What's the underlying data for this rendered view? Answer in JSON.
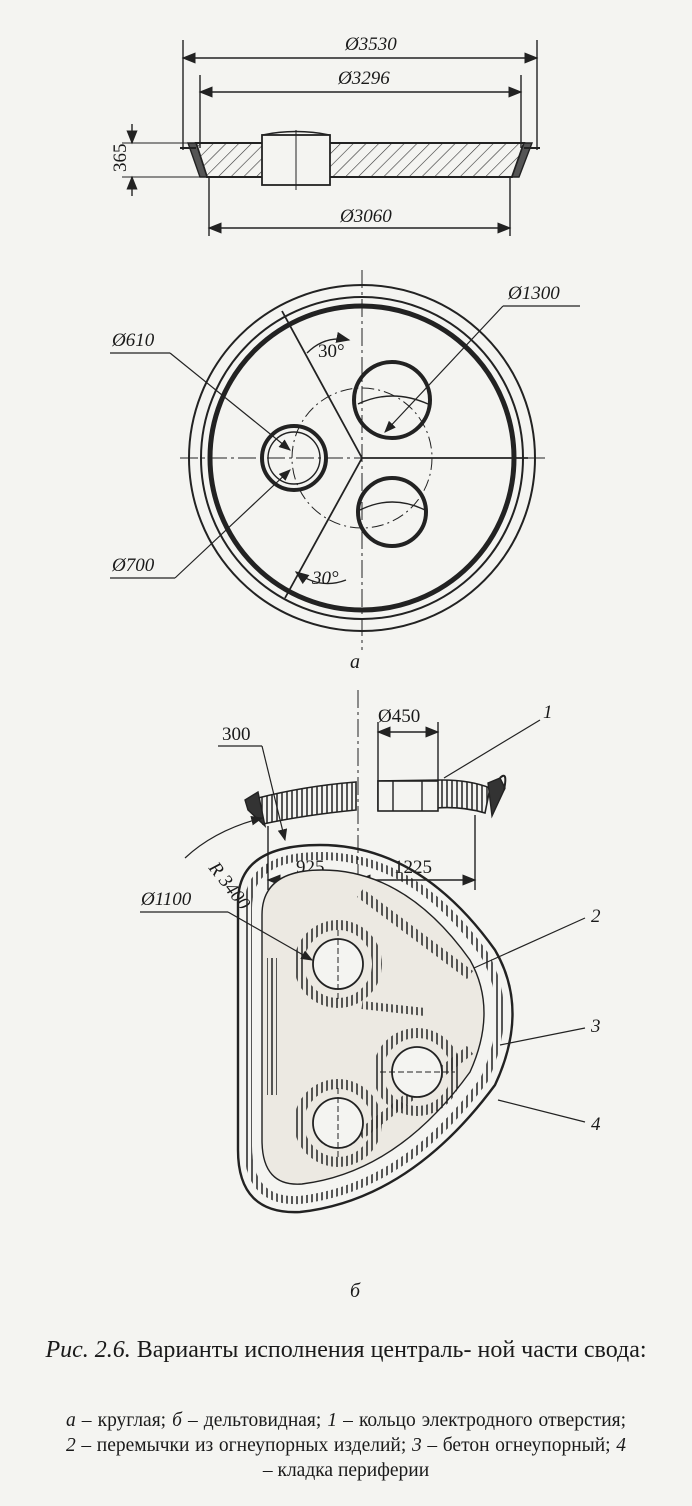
{
  "figure": {
    "view_a": {
      "section_dims": {
        "outer_diameter": "Ø3530",
        "mid_diameter": "Ø3296",
        "bottom_diameter": "Ø3060",
        "thickness": "365"
      },
      "plan_dims": {
        "electrode_circle": "Ø1300",
        "hole_diameter": "Ø610",
        "ring_diameter": "Ø700",
        "angle_top": "30°",
        "angle_bottom": "30°"
      },
      "letter": "а"
    },
    "view_b": {
      "section_dims": {
        "hole_diameter": "Ø450",
        "thickness": "300",
        "left_span": "925",
        "right_span": "1225",
        "radius": "R 3400",
        "callout_1": "1"
      },
      "plan_dims": {
        "hole_diameter": "Ø1100",
        "callout_2": "2",
        "callout_3": "3",
        "callout_4": "4"
      },
      "letter": "б"
    }
  },
  "caption": {
    "figure_ref": "Рис. 2.6.",
    "title": "Варианты исполнения централь- ной части свода:",
    "legend": [
      {
        "key": "а",
        "text": "– круглая;"
      },
      {
        "key": "б",
        "text": "– дельтовидная;"
      },
      {
        "key": "1",
        "text": "– кольцо электродного отверстия;"
      },
      {
        "key": "2",
        "text": "– перемычки из огнеупорных изделий;"
      },
      {
        "key": "3",
        "text": "– бетон огнеупорный;"
      },
      {
        "key": "4",
        "text": "– кладка периферии"
      }
    ]
  }
}
